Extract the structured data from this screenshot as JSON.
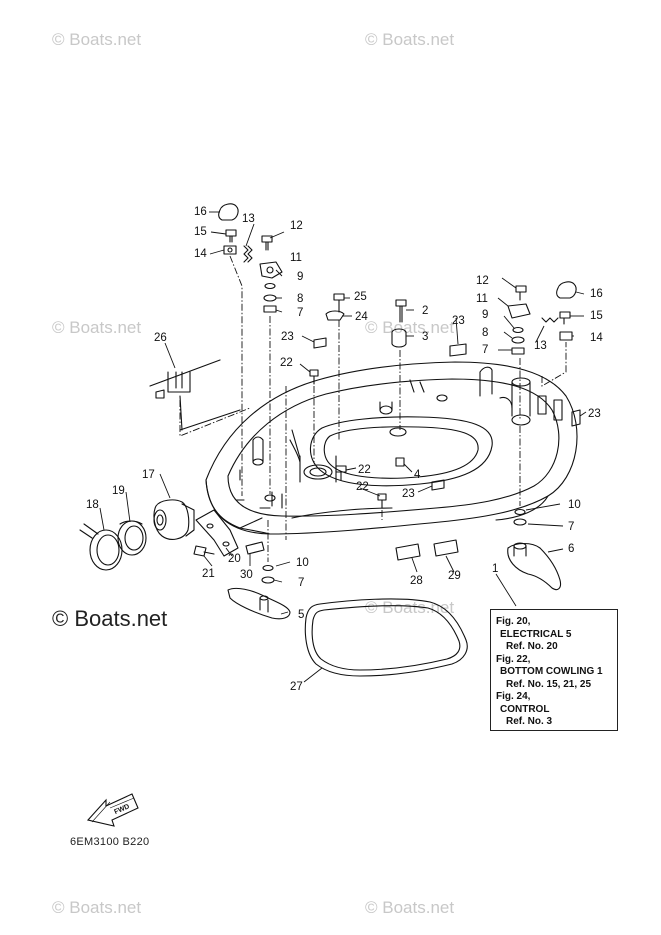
{
  "watermark": "© Boats.net",
  "drawing_code": "6EM3100 B220",
  "forward_label": "FWD",
  "reference_box": {
    "lines": [
      "Fig. 20,",
      "ELECTRICAL 5",
      "Ref. No. 20",
      "Fig. 22,",
      "BOTTOM COWLING 1",
      "Ref. No. 15, 21, 25",
      "Fig. 24,",
      "CONTROL",
      "Ref. No. 3"
    ]
  },
  "callouts": [
    "1",
    "2",
    "3",
    "4",
    "5",
    "6",
    "7",
    "8",
    "9",
    "10",
    "11",
    "12",
    "13",
    "14",
    "15",
    "16",
    "17",
    "18",
    "19",
    "20",
    "21",
    "22",
    "23",
    "24",
    "25",
    "26",
    "27",
    "28",
    "29",
    "30"
  ]
}
